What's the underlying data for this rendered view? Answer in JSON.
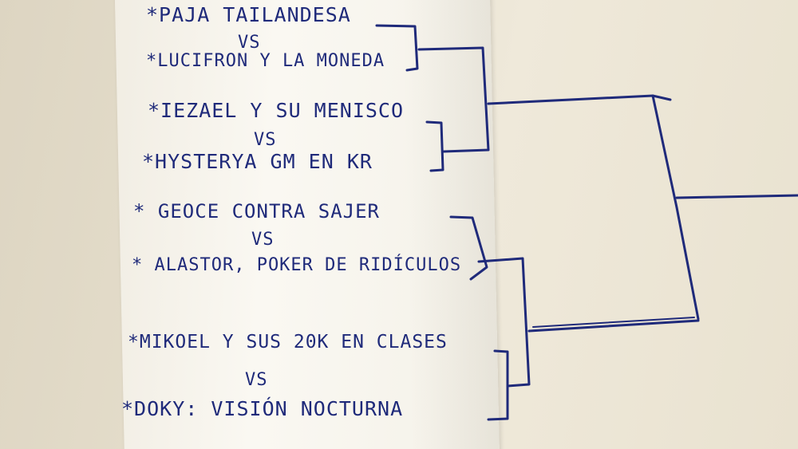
{
  "matches": [
    {
      "player_a": "*PAJA TAILANDESA",
      "vs": "VS",
      "player_b": "*LUCIFRON Y LA MONEDA"
    },
    {
      "player_a": "*IEZAEL Y SU MENISCO",
      "vs": "VS",
      "player_b": "*HYSTERYA GM EN KR"
    },
    {
      "player_a": "* GEOCE CONTRA SAJER",
      "vs": "VS",
      "player_b": "* ALASTOR, POKER DE RIDÍCULOS"
    },
    {
      "player_a": "*MIKOEL Y SUS 20K EN CLASES",
      "vs": "VS",
      "player_b": "*DOKY: VISIÓN NOCTURNA"
    }
  ],
  "colors": {
    "ink": "#1f2a7a",
    "paper": "#f7f4ec",
    "desk": "#e4dccb"
  }
}
